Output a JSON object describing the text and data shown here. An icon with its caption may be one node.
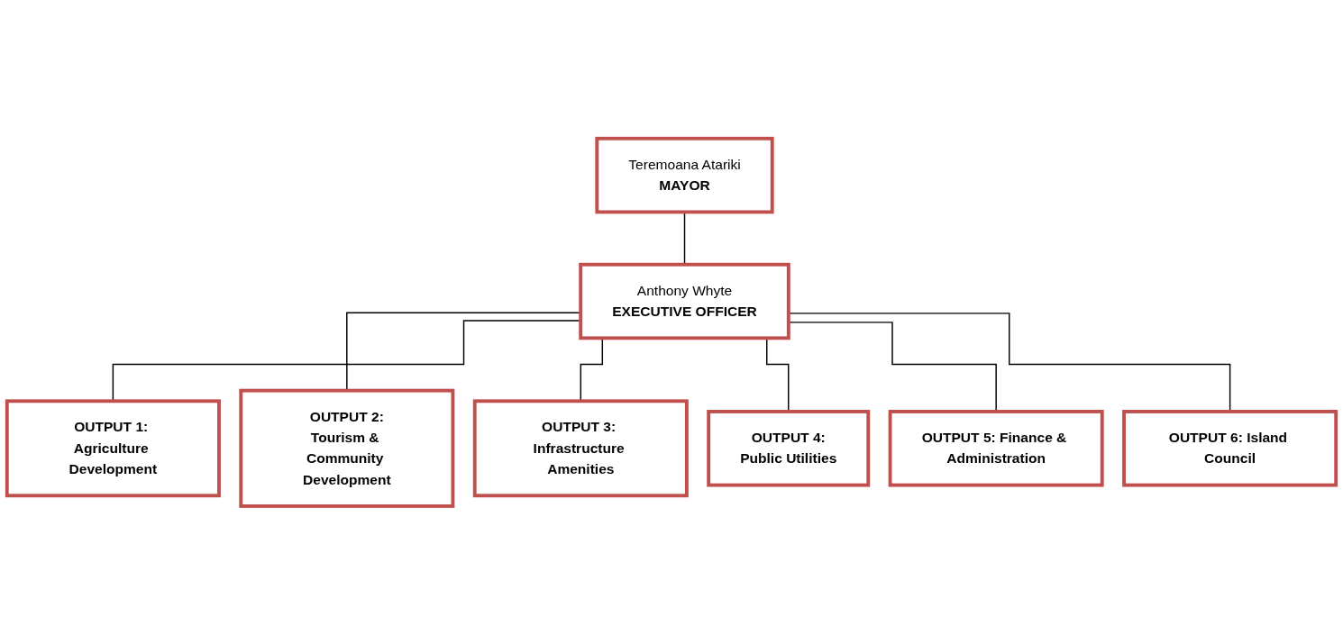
{
  "diagram": {
    "nodes": [
      {
        "text": [
          "Teremoana Atariki",
          "MAYOR"
        ]
      },
      {
        "text": [
          "Anthony Whyte",
          "EXECUTIVE OFFICER"
        ]
      },
      {
        "text": [
          "OUTPUT 1: Agriculture Development"
        ]
      },
      {
        "text": [
          "OUTPUT 2:",
          "Tourism & Community Development"
        ]
      },
      {
        "text": [
          "OUTPUT 3: Infrastructure Amenities"
        ]
      },
      {
        "text": [
          "OUTPUT 4:",
          "Public Utilities"
        ]
      },
      {
        "text": [
          "OUTPUT 5: Finance & Administration"
        ]
      },
      {
        "text": [
          "OUTPUT 6: Island Council"
        ]
      }
    ],
    "edges": [
      {
        "from": 0,
        "to": 1,
        "arrow": "none"
      },
      {
        "from": 1,
        "to": 2,
        "arrow": "none"
      },
      {
        "from": 1,
        "to": 3,
        "arrow": "none"
      },
      {
        "from": 1,
        "to": 4,
        "arrow": "none"
      },
      {
        "from": 1,
        "to": 5,
        "arrow": "none"
      },
      {
        "from": 1,
        "to": 6,
        "arrow": "none"
      },
      {
        "from": 1,
        "to": 7,
        "arrow": "none"
      }
    ]
  }
}
